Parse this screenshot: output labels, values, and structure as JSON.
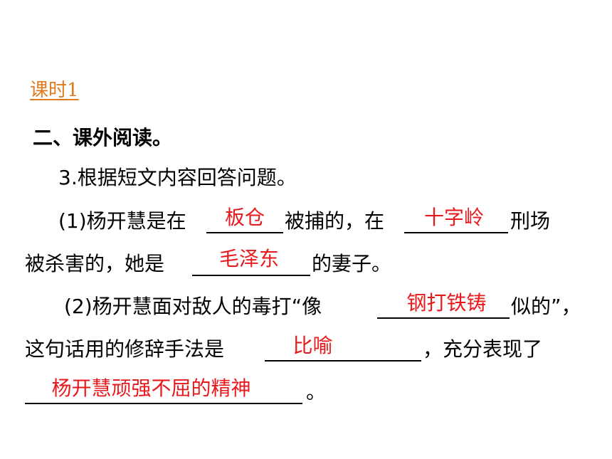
{
  "lesson_link": "课时1",
  "section_title": "二、课外阅读。",
  "question": {
    "stem": "3.根据短文内容回答问题。",
    "part1": {
      "lead": "(1)杨开慧是在",
      "answer1": "板仓",
      "mid1": "被捕的，在",
      "answer2": "十字岭",
      "mid2": "刑场",
      "line2_lead": "被杀害的，她是",
      "answer3": "毛泽东",
      "line2_end": "的妻子。"
    },
    "part2": {
      "lead": "(2)杨开慧面对敌人的毒打“像",
      "answer1": "钢打铁铸",
      "mid1": "似的”，",
      "line2_lead": "这句话用的修辞手法是",
      "answer2": "比喻",
      "line2_end": "，充分表现了",
      "answer3": "杨开慧顽强不屈的精神",
      "line3_end": "。"
    }
  },
  "colors": {
    "lesson_link": "#e07a1f",
    "answer": "#e8191c",
    "text": "#000000"
  }
}
